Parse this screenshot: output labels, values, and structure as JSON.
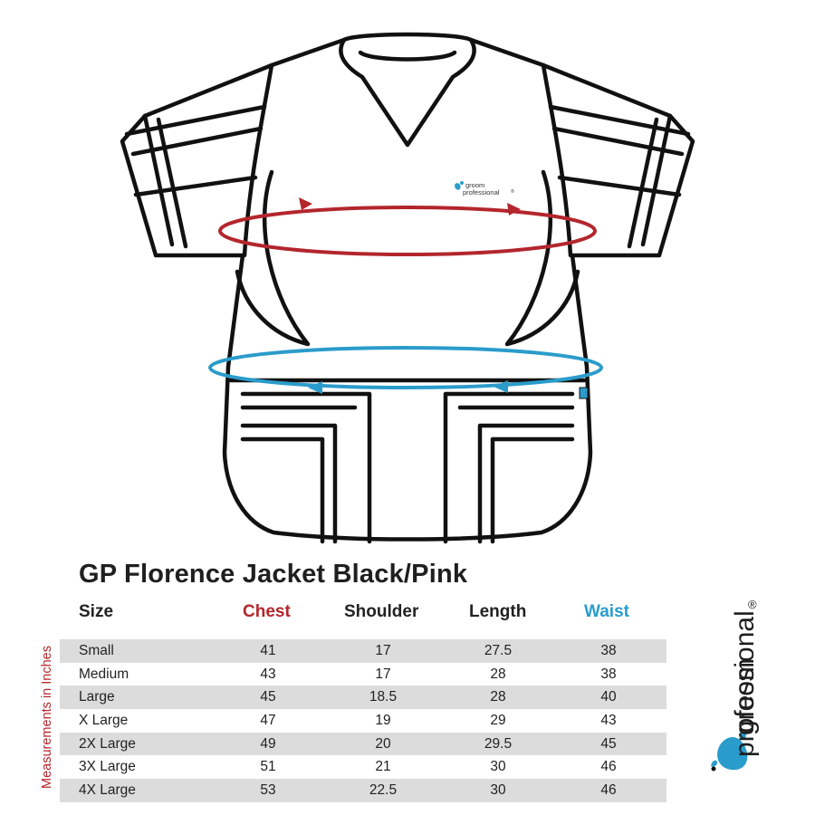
{
  "title": "GP Florence Jacket Black/Pink",
  "garment_logo": {
    "line1": "groom",
    "line2": "professional",
    "mark": "®"
  },
  "brand": {
    "line1": "groom",
    "line2": "professional",
    "mark": "®"
  },
  "axis_label": "Measurements in Inches",
  "colors": {
    "chest": "#b3262c",
    "waist": "#2a9ccb",
    "row_shade": "#dcdcdc"
  },
  "headers": {
    "size": "Size",
    "chest": "Chest",
    "shoulder": "Shoulder",
    "length": "Length",
    "waist": "Waist"
  },
  "rows": [
    {
      "size": "Small",
      "chest": "41",
      "shoulder": "17",
      "length": "27.5",
      "waist": "38"
    },
    {
      "size": "Medium",
      "chest": "43",
      "shoulder": "17",
      "length": "28",
      "waist": "38"
    },
    {
      "size": "Large",
      "chest": "45",
      "shoulder": "18.5",
      "length": "28",
      "waist": "40"
    },
    {
      "size": "X Large",
      "chest": "47",
      "shoulder": "19",
      "length": "29",
      "waist": "43"
    },
    {
      "size": "2X Large",
      "chest": "49",
      "shoulder": "20",
      "length": "29.5",
      "waist": "45"
    },
    {
      "size": "3X Large",
      "chest": "51",
      "shoulder": "21",
      "length": "30",
      "waist": "46"
    },
    {
      "size": "4X Large",
      "chest": "53",
      "shoulder": "22.5",
      "length": "30",
      "waist": "46"
    }
  ]
}
